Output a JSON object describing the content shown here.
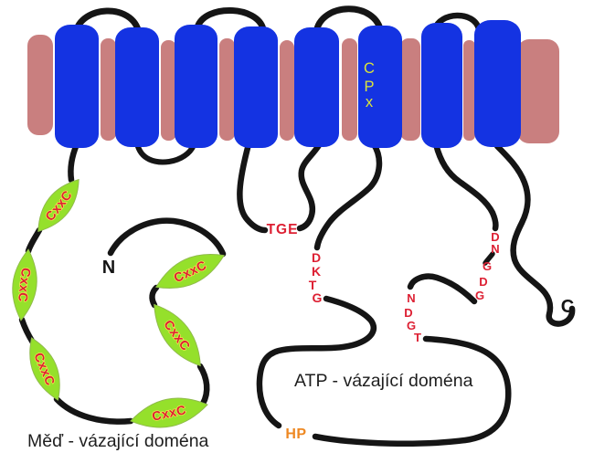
{
  "colors": {
    "membrane": "#c97f7f",
    "helix": "#1433e2",
    "domain_green": "#95e02b",
    "motif_red": "#dd2033",
    "motif_orange": "#ee8822",
    "motif_yellow": "#dce43a",
    "chain": "#151515",
    "label_text": "#1e1e1e"
  },
  "motifs": {
    "cxxc": "CxxC",
    "cpx": [
      "C",
      "P",
      "x"
    ],
    "tge": "TGE",
    "dktg": [
      "D",
      "K",
      "T",
      "G"
    ],
    "ndgt": [
      "N",
      "D",
      "G",
      "T"
    ],
    "dngdg": [
      "D",
      "N",
      "G",
      "D",
      "G"
    ],
    "hp": "HP"
  },
  "terminals": {
    "n_terminus": "N",
    "c_terminus": "C"
  },
  "labels": {
    "copper_binding_domain": "Měď - vázající doména",
    "atp_binding_domain": "ATP - vázající doména"
  }
}
